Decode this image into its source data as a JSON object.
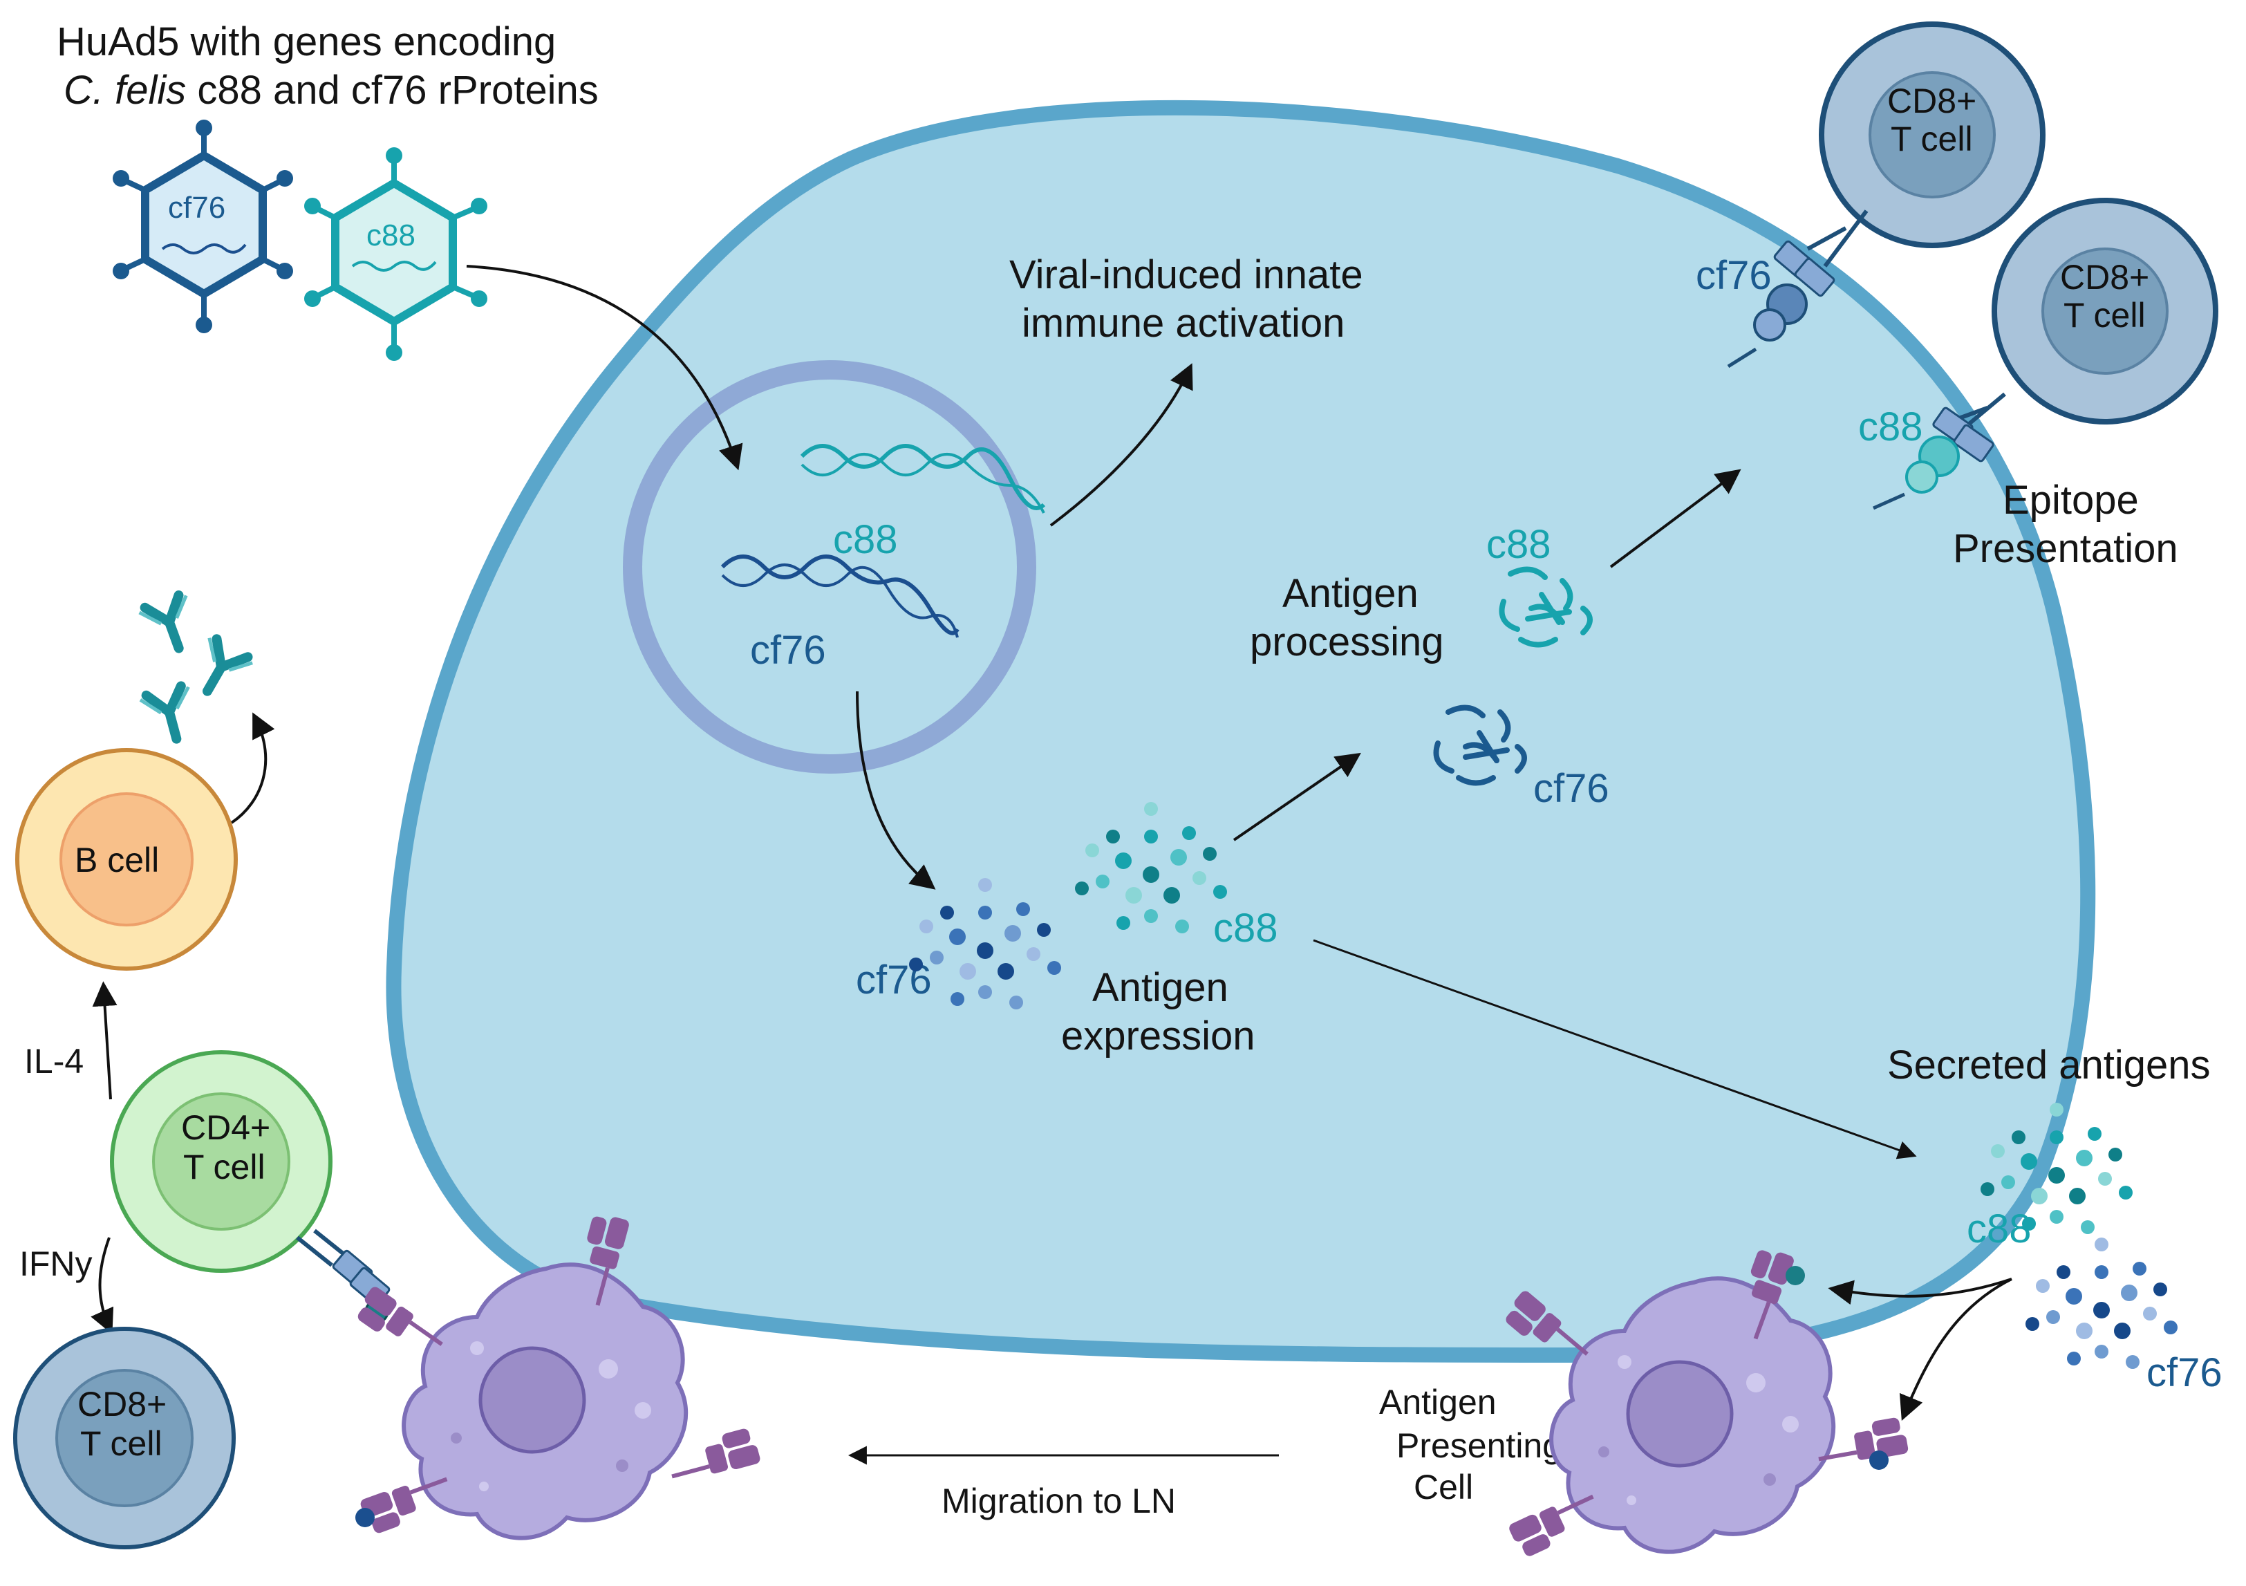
{
  "vector": {
    "title_line1": "HuAd5 with genes encoding",
    "title_line2_italic": "C. felis",
    "title_line2_rest": " c88 and cf76 rProteins",
    "capsid_left_label": "cf76",
    "capsid_right_label": "c88"
  },
  "nucleus": {
    "gene_c88": "c88",
    "gene_cf76": "cf76"
  },
  "labels": {
    "innate_line1": "Viral-induced innate",
    "innate_line2": "immune activation",
    "processing_line1": "Antigen",
    "processing_line2": "processing",
    "expression_line1": "Antigen",
    "expression_line2": "expression",
    "epitope_line1": "Epitope",
    "epitope_line2": "Presentation",
    "secreted": "Secreted antigens",
    "apc_line1": "Antigen",
    "apc_line2": "Presenting",
    "apc_line3": "Cell",
    "migration": "Migration to LN",
    "il4": "IL-4",
    "ifny": "IFNy"
  },
  "antigens": {
    "c88": "c88",
    "cf76": "cf76",
    "proc_c88": "c88",
    "proc_cf76": "cf76",
    "secreted_c88": "c88",
    "secreted_cf76": "cf76",
    "epitope_cf76": "cf76",
    "epitope_c88": "c88"
  },
  "cells": {
    "cd8_top_line1": "CD8+",
    "cd8_top_line2": "T cell",
    "cd8_mid_line1": "CD8+",
    "cd8_mid_line2": "T cell",
    "bcell": "B cell",
    "cd4_line1": "CD4+",
    "cd4_line2": "T cell",
    "cd8_bottom_line1": "CD8+",
    "cd8_bottom_line2": "T cell"
  },
  "colors": {
    "cell_fill": "#b4dceb",
    "cell_border": "#5aa6cb",
    "nucleus_ring": "#8fa9d6",
    "teal": "#17a3ad",
    "navy": "#1b5a8f",
    "apc_fill": "#b5acdf",
    "apc_nucleus": "#9b8dc8",
    "mhc_purple": "#8a5a9c",
    "cd8_fill": "#a9c3da",
    "cd8_inner": "#7aa0bd",
    "cd4_fill": "#d2f3cf",
    "cd4_inner": "#a8dba0",
    "bcell_fill": "#fde6b0",
    "bcell_inner": "#f8c08a"
  },
  "icons": [
    "adenovirus-capsid-icon",
    "dna-strand-icon",
    "antibody-icon",
    "tcr-receptor-icon",
    "mhc-receptor-icon",
    "antigen-dots-icon"
  ]
}
